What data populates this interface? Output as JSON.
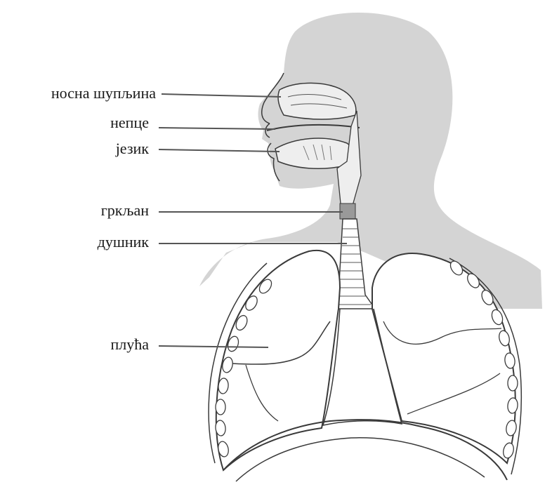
{
  "diagram": {
    "labels": {
      "nasal_cavity": "носна шупљина",
      "palate": "непце",
      "tongue": "језик",
      "larynx": "гркљан",
      "trachea": "душник",
      "lungs": "плућа"
    }
  },
  "colors": {
    "body_fill": "#d4d4d4",
    "outline": "#3a3a3a",
    "leader_line": "#555555",
    "lung_fill": "#ffffff"
  }
}
